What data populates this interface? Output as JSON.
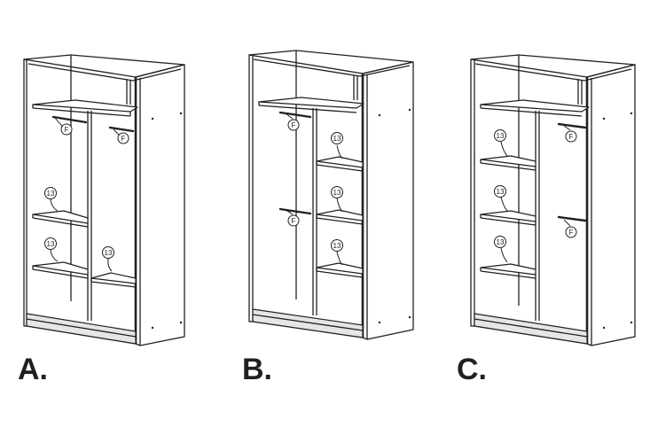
{
  "variants": [
    {
      "label": "A.",
      "shelf_callout": "13",
      "rail_callout": "F"
    },
    {
      "label": "B.",
      "shelf_callout": "13",
      "rail_callout": "F"
    },
    {
      "label": "C.",
      "shelf_callout": "13",
      "rail_callout": "F"
    }
  ],
  "colors": {
    "line": "#231f20",
    "background": "#ffffff",
    "plinth": "#e6e6e6"
  }
}
